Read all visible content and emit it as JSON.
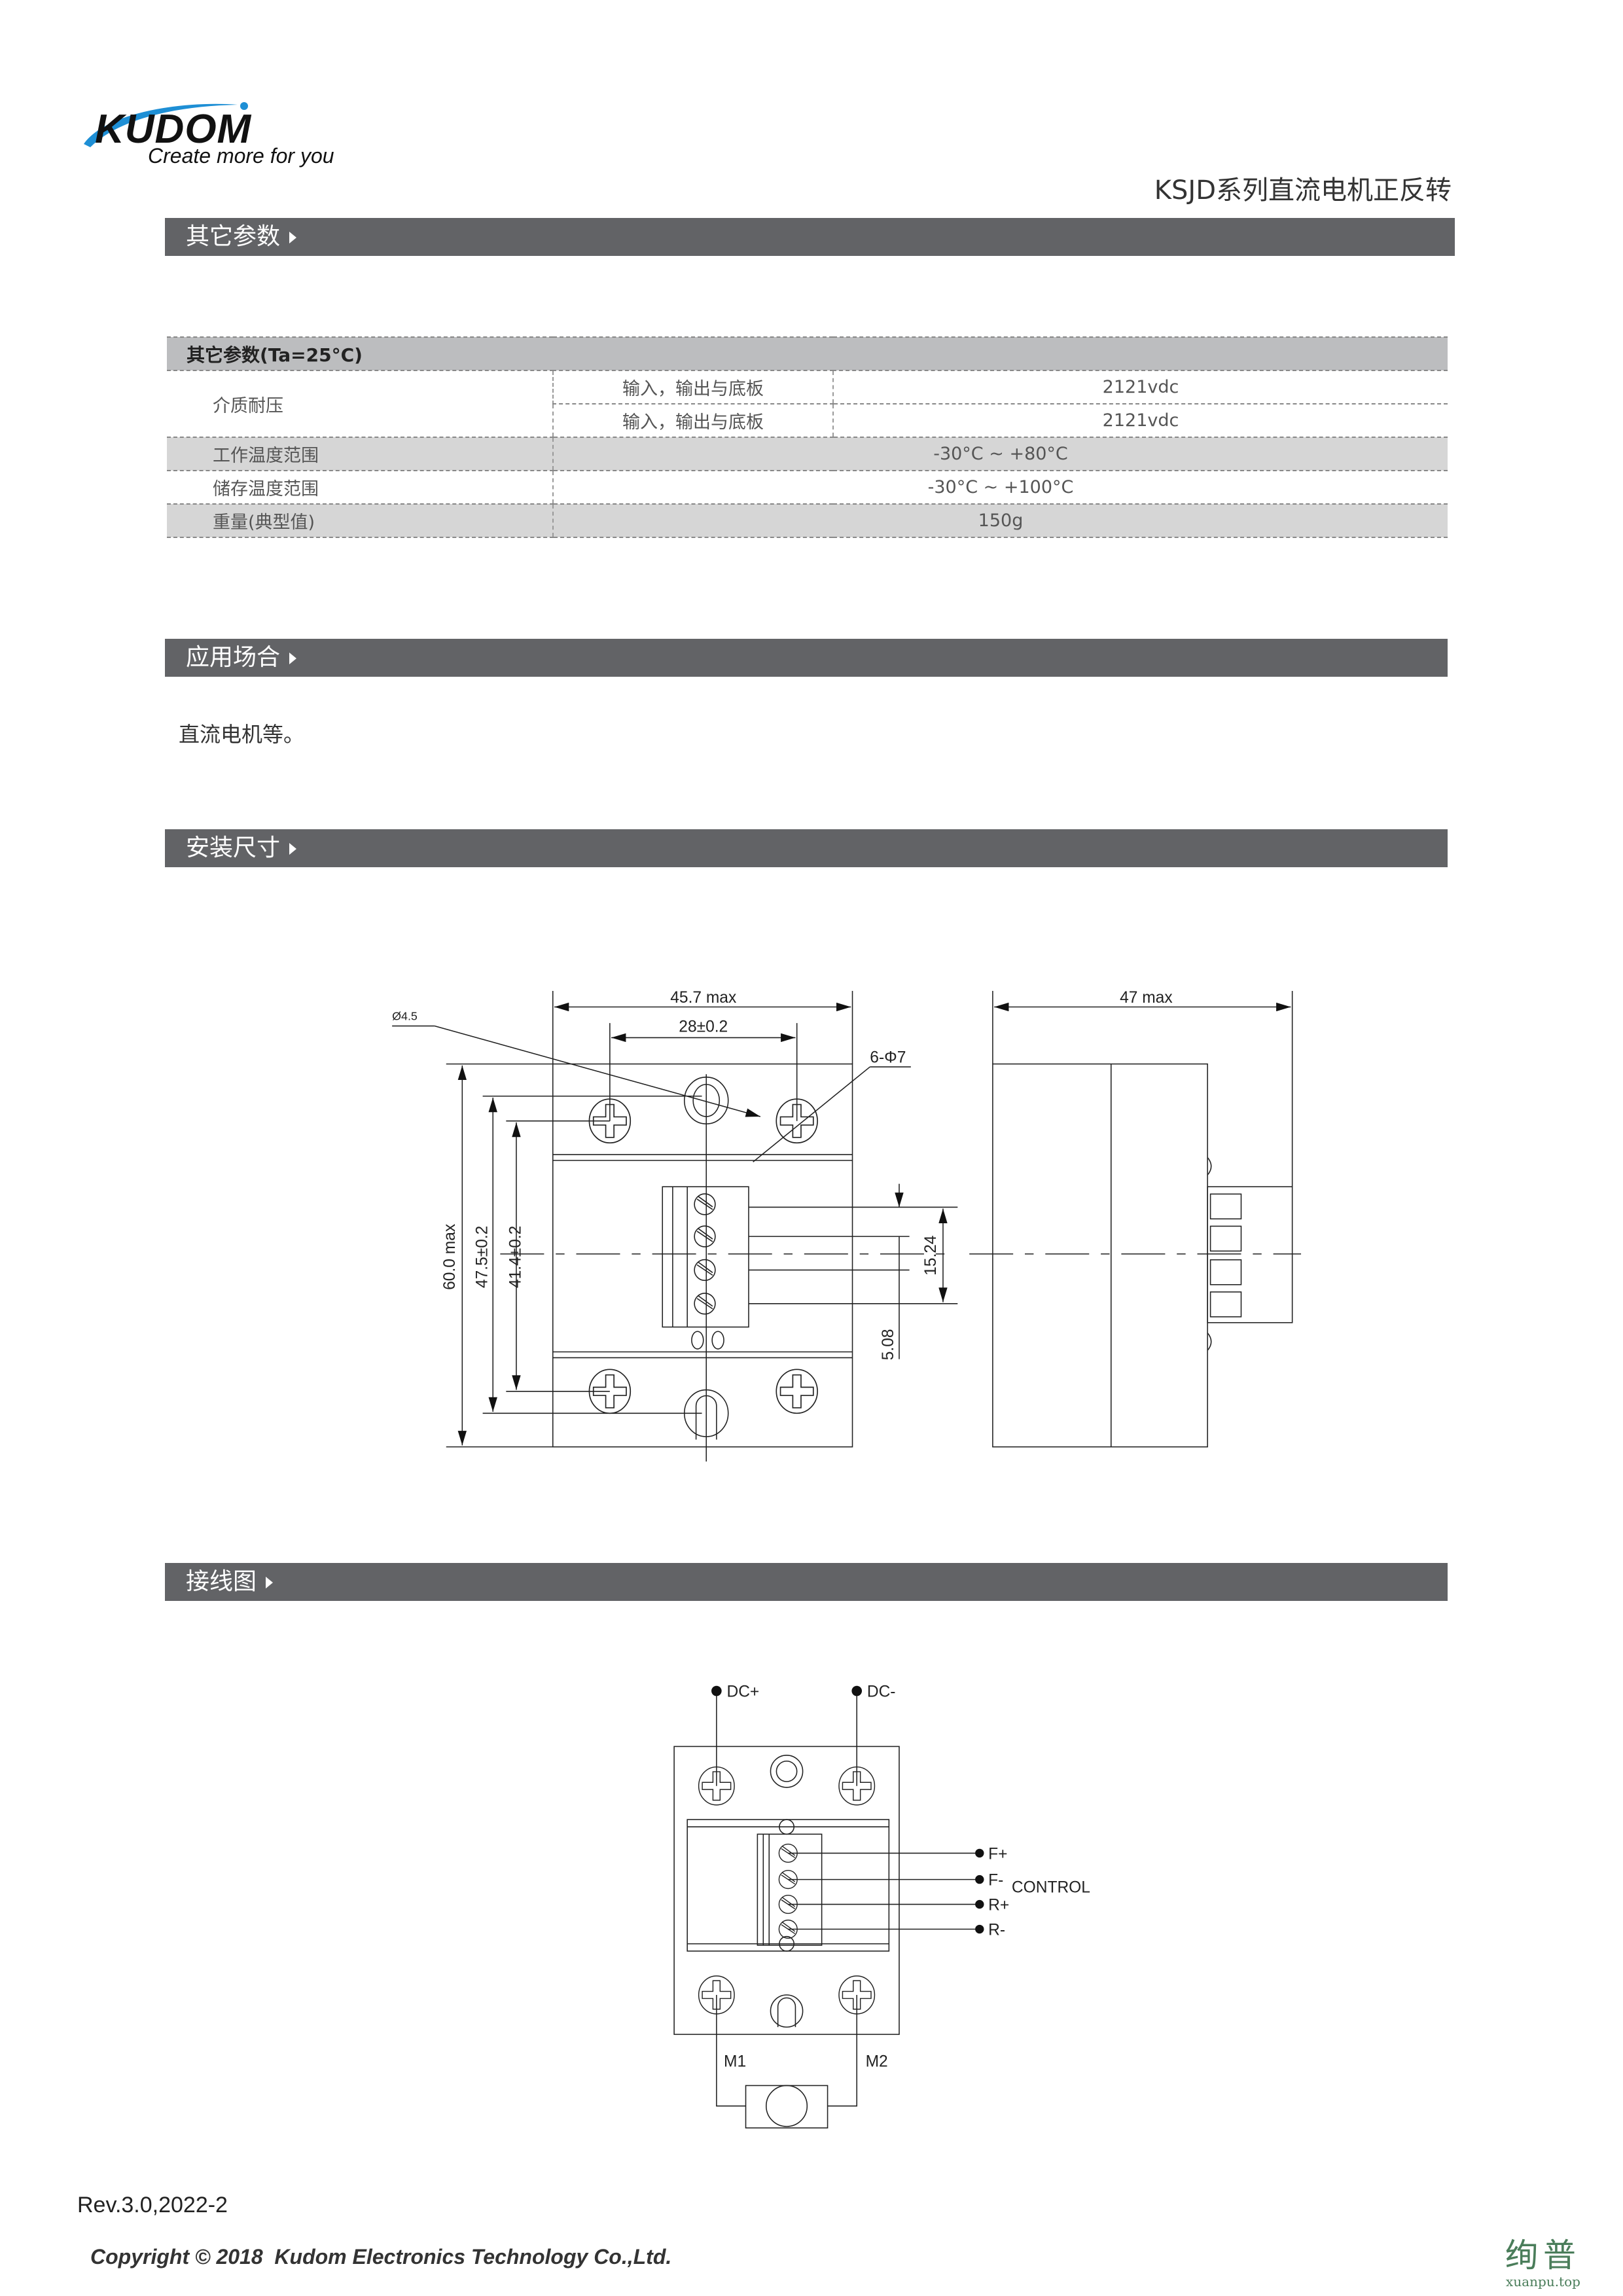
{
  "header": {
    "logo_text": "KUDOM",
    "tagline": "Create more for you",
    "doc_title": "KSJD系列直流电机正反转"
  },
  "colors": {
    "section_bar": "#626366",
    "logo_blue": "#1e8fd5",
    "table_header": "#bcbdbf",
    "table_alt_row": "#d6d6d6"
  },
  "sections": {
    "other_params": "其它参数",
    "application": "应用场合",
    "dimensions": "安装尺寸",
    "wiring": "接线图"
  },
  "params_table": {
    "header": "其它参数(Ta=25°C)",
    "rows": [
      {
        "label": "介质耐压",
        "sub": [
          {
            "condition": "输入，输出与底板",
            "value": "2121vdc"
          },
          {
            "condition": "输入，输出与底板",
            "value": "2121vdc"
          }
        ]
      },
      {
        "label": "工作温度范围",
        "value": "-30°C ~ +80°C"
      },
      {
        "label": "储存温度范围",
        "value": "-30°C ~ +100°C"
      },
      {
        "label": "重量(典型值)",
        "value": "150g"
      }
    ]
  },
  "application_text": "直流电机等。",
  "dimension_drawing": {
    "width_max": "45.7 max",
    "hole_spacing": "28±0.2",
    "hole_dia": "Ø4.5",
    "holes": "6-Φ7",
    "height_max": "60.0  max",
    "h1": "47.5±0.2",
    "h2": "41.4±0.2",
    "pitch_total": "15.24",
    "pitch": "5.08",
    "depth_max": "47 max"
  },
  "wiring_diagram": {
    "dc_plus": "DC+",
    "dc_minus": "DC-",
    "f_plus": "F+",
    "f_minus": "F-",
    "r_plus": "R+",
    "r_minus": "R-",
    "control": "CONTROL",
    "m1": "M1",
    "m2": "M2"
  },
  "footer": {
    "revision": "Rev.3.0,2022-2",
    "copyright": "Copyright © 2018  Kudom Electronics Technology Co.,Ltd.",
    "watermark": "绚普",
    "watermark_url": "xuanpu.top"
  }
}
